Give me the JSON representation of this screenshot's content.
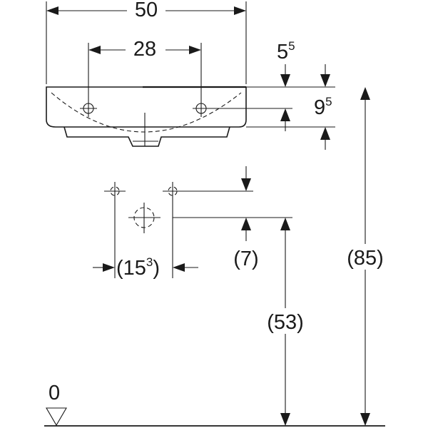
{
  "dimensions": {
    "basin_width": "50",
    "tap_hole_spacing": "28",
    "rim_offset": {
      "base": "5",
      "sup": "5"
    },
    "tap_hole_depth": {
      "base": "9",
      "sup": "5"
    },
    "supply_spacing": {
      "open": "(15",
      "sup": "3",
      "close": ")"
    },
    "supply_offset": "(7)",
    "waste_height": "(53)",
    "rim_height": "(85)",
    "floor_level": "0"
  },
  "colors": {
    "line": "#1a1a1a",
    "background": "#ffffff"
  }
}
